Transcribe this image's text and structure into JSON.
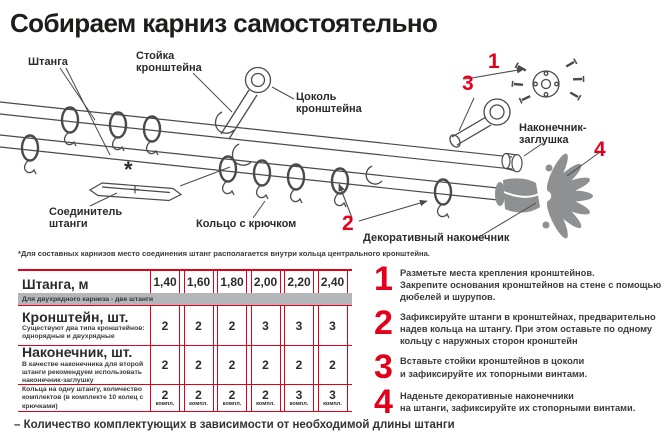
{
  "title": "Собираем карниз самостоятельно",
  "diagram": {
    "labels": {
      "rod": "Штанга",
      "stand": "Стойка\nкронштейна",
      "base": "Цоколь\nкронштейна",
      "cap": "Наконечник-\nзаглушка",
      "connector": "Соединитель\nштанги",
      "ring": "Кольцо с крючком",
      "finial": "Декоративный наконечник",
      "asterisk": "*"
    },
    "markers": {
      "m1": "1",
      "m2": "2",
      "m3": "3",
      "m4": "4"
    },
    "footnote": "*Для составных карнизов место соединения штанг располагается внутри кольца центрального кронштейна."
  },
  "table": {
    "header_label": "Штанга, м",
    "header_note": "Для двухрядного карниза - две штанги",
    "columns": [
      "1,40",
      "1,60",
      "1,80",
      "2,00",
      "2,20",
      "2,40"
    ],
    "rows": [
      {
        "label": "Кронштейн, шт.",
        "sublabel": "Существуют два типа кронштейнов: однорядные и двухрядные",
        "values": [
          "2",
          "2",
          "2",
          "3",
          "3",
          "3"
        ]
      },
      {
        "label": "Наконечник, шт.",
        "sublabel": "В качестве наконечника для второй штанги рекомендуем использовать наконечник-заглушку",
        "values": [
          "2",
          "2",
          "2",
          "2",
          "2",
          "2"
        ]
      },
      {
        "label": "",
        "sublabel": "Кольца на одну штангу, количество комплектов (в комплекте 10 колец с крючками)",
        "values": [
          "2",
          "2",
          "2",
          "2",
          "3",
          "3"
        ]
      }
    ],
    "unit": "компл.",
    "caption": "– Количество комплектующих в зависимости от необходимой длины штанги"
  },
  "steps": [
    {
      "num": "1",
      "text": "Разметьте места крепления кронштейнов.\nЗакрепите основания кронштейнов на стене с помощью\nдюбелей и шурупов."
    },
    {
      "num": "2",
      "text": "Зафиксируйте штанги в кронштейнах, предварительно\nнадев кольца на штангу. При этом оставьте по одному\nкольцу с наружных сторон кронштейн"
    },
    {
      "num": "3",
      "text": "Вставьте стойки кронштейнов в цоколи\nи зафиксируйте их топорными винтами."
    },
    {
      "num": "4",
      "text": "Наденьте декоративные наконечники\nна штанги, зафиксируйте их стопорными винтами."
    }
  ],
  "colors": {
    "accent_red": "#e2001a",
    "line_art": "#4a4a4a",
    "gray_band": "#b4b7ba",
    "finial_gray": "#8e9092"
  }
}
